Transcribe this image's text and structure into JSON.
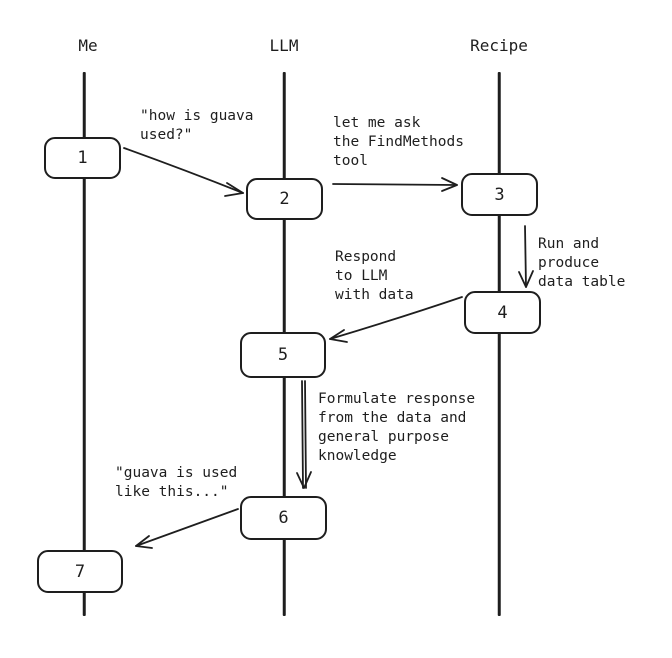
{
  "lanes": {
    "me": "Me",
    "llm": "LLM",
    "recipe": "Recipe"
  },
  "steps": {
    "s1": "1",
    "s2": "2",
    "s3": "3",
    "s4": "4",
    "s5": "5",
    "s6": "6",
    "s7": "7"
  },
  "notes": {
    "n1": "\"how is guava\nused?\"",
    "n2": "let me ask\nthe FindMethods\ntool",
    "n3": "Run and\nproduce\ndata table",
    "n4": "Respond\nto LLM\nwith data",
    "n5": "Formulate response\nfrom the data and\ngeneral purpose\nknowledge",
    "n6": "\"guava is used\nlike this...\""
  }
}
